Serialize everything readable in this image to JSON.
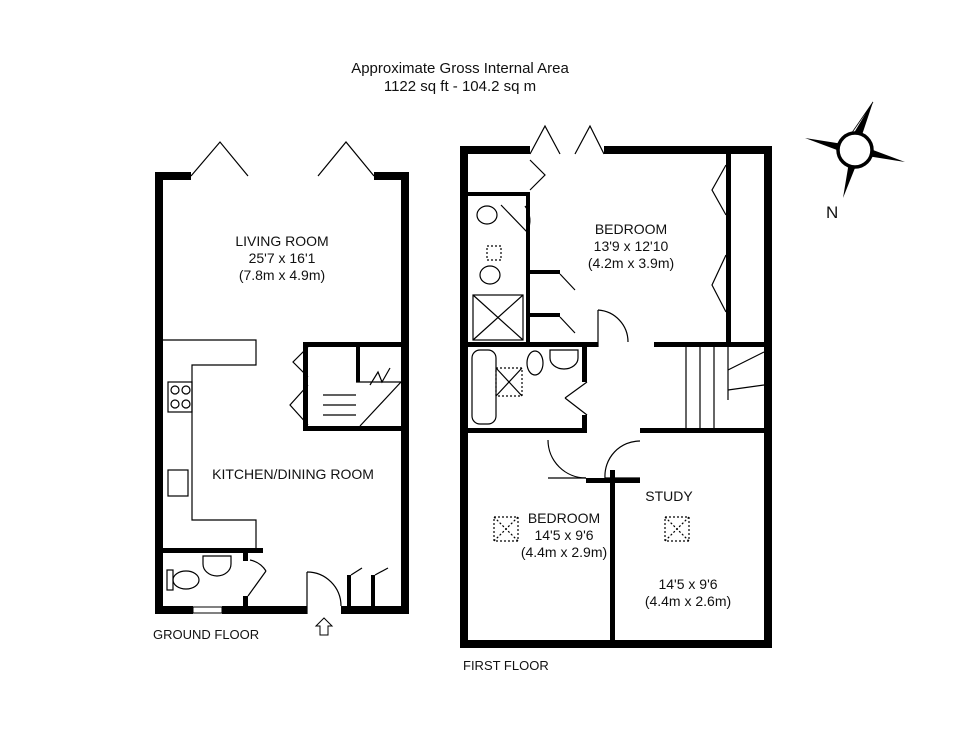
{
  "header": {
    "title_line1": "Approximate Gross Internal Area",
    "title_line2": "1122 sq ft - 104.2 sq m"
  },
  "compass": {
    "icon": "compass-rose-icon",
    "label": "N"
  },
  "ground_floor": {
    "label": "GROUND FLOOR",
    "rooms": [
      {
        "name": "LIVING ROOM",
        "imperial": "25'7 x 16'1",
        "metric": "(7.8m x 4.9m)"
      },
      {
        "name": "KITCHEN/DINING ROOM",
        "imperial": "",
        "metric": ""
      }
    ],
    "entrance_icon": "entrance-arrow-icon"
  },
  "first_floor": {
    "label": "FIRST FLOOR",
    "rooms": [
      {
        "name": "BEDROOM",
        "imperial": "13'9 x 12'10",
        "metric": "(4.2m x 3.9m)"
      },
      {
        "name": "BEDROOM",
        "imperial": "14'5 x 9'6",
        "metric": "(4.4m x 2.9m)"
      },
      {
        "name": "STUDY",
        "imperial": "14'5 x 9'6",
        "metric": "(4.4m x 2.6m)"
      }
    ]
  },
  "colors": {
    "wall": "#000000",
    "background": "#ffffff",
    "fixture": "#444444"
  }
}
